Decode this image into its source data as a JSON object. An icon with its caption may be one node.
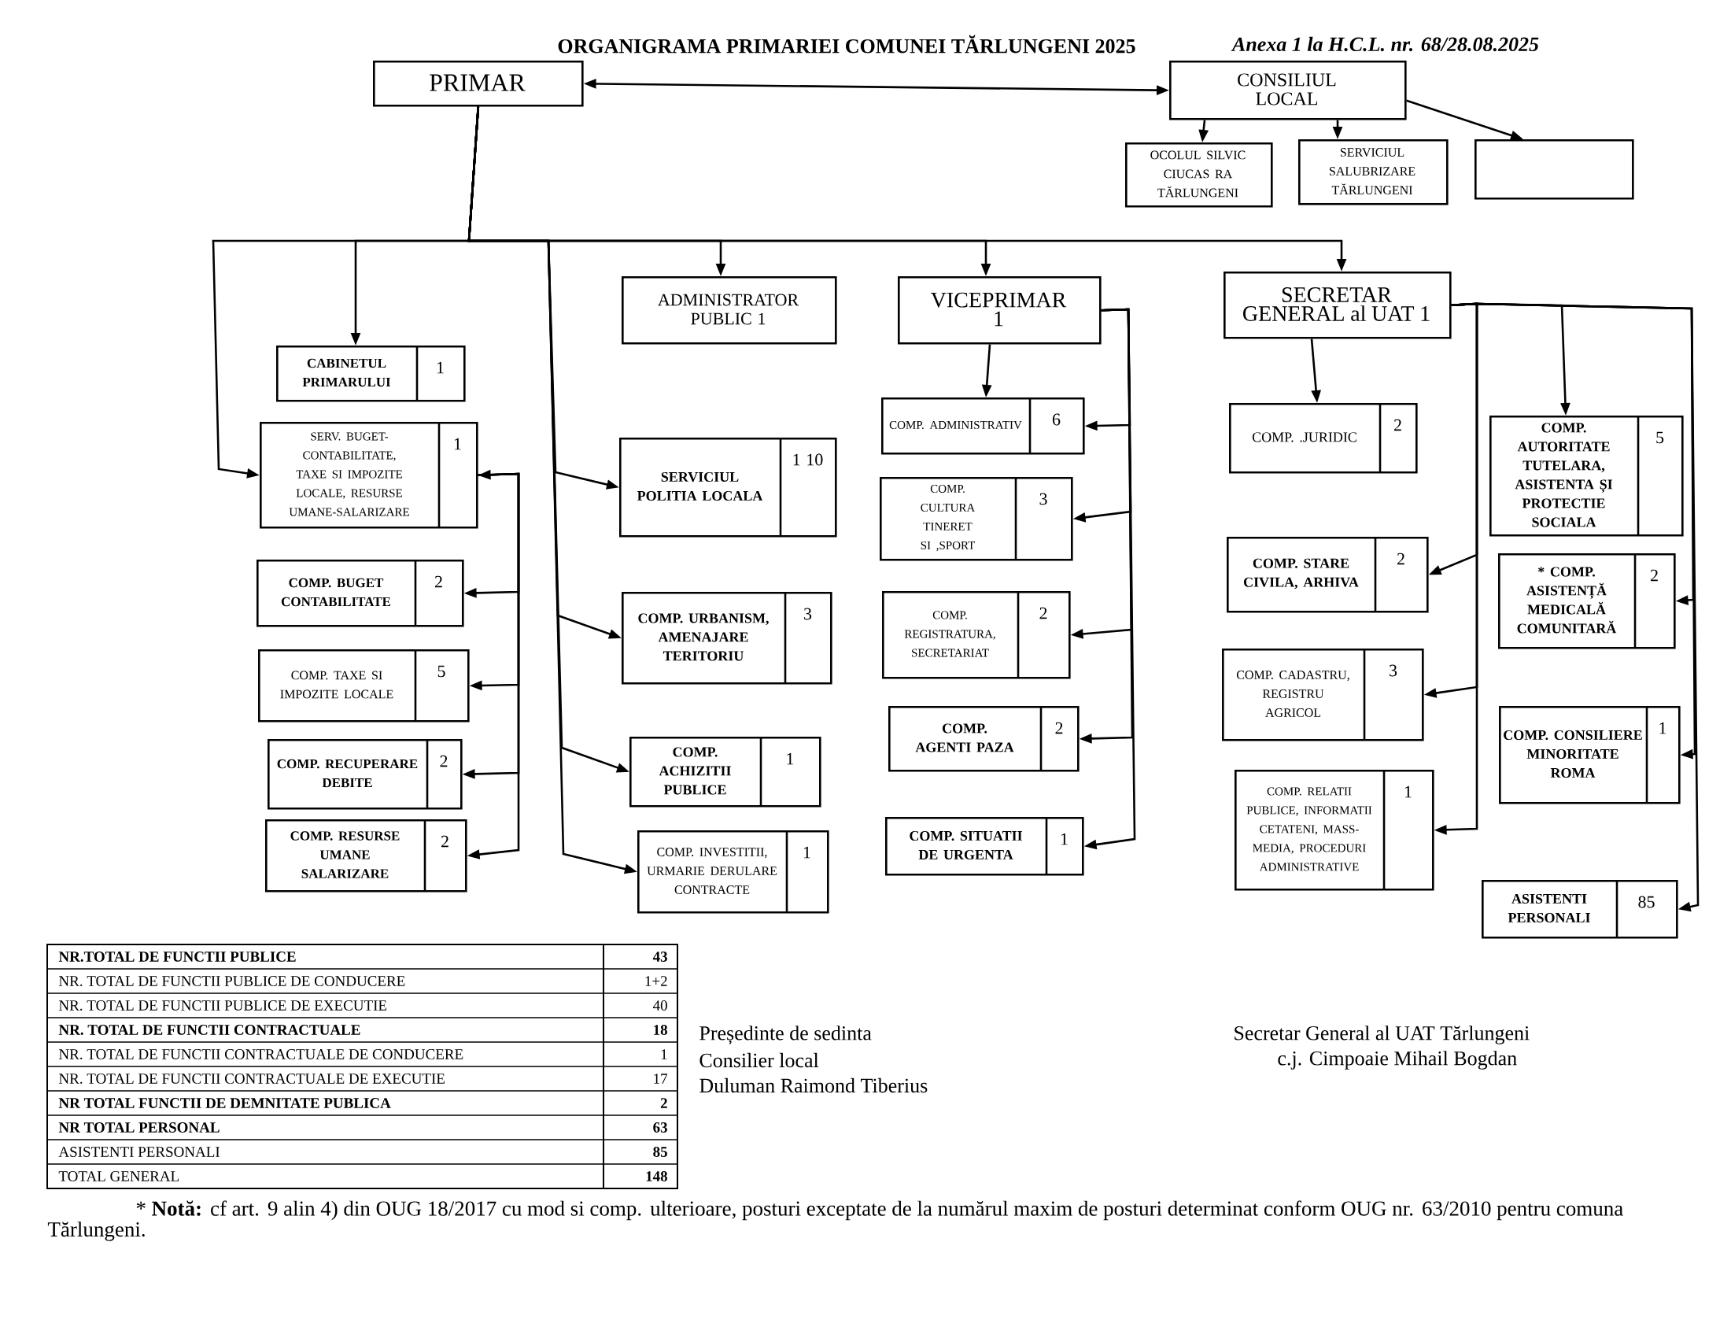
{
  "diagram": {
    "title": "ORGANIGRAMA PRIMARIEI COMUNEI TĂRLUNGENI 2025",
    "caption": "* **Notă:** cf art. 9 alin 4) din OUG 18/2017 cu mod si comp. ulterioare, posturi exceptate de la numărul maxim de posturi determinat conform OUG nr. 63/2010 pentru comuna Tărlungeni.",
    "nodes": [
      {
        "text": [
          "PRIMAR"
        ]
      },
      {
        "text": [
          "CONSILIUL LOCAL"
        ]
      },
      {
        "text": [
          "OCOLUL SILVIC CIUCAS RA TĂRLUNGENI"
        ]
      },
      {
        "text": [
          "SERVICIUL SALUBRIZARE TĂRLUNGENI"
        ]
      },
      {
        "text": [],
        "shape": "box"
      },
      {
        "text": [
          "CABINETUL PRIMARULUI",
          "1"
        ]
      },
      {
        "text": [
          "SERV. BUGET-CONTABILITATE, TAXE SI IMPOZITE LOCALE, RESURSE UMANE-SALARIZARE",
          "1"
        ]
      },
      {
        "text": [
          "COMP. BUGET CONTABILITATE",
          "2"
        ]
      },
      {
        "text": [
          "COMP. TAXE SI IMPOZITE LOCALE",
          "5"
        ]
      },
      {
        "text": [
          "COMP. RECUPERARE DEBITE",
          "2"
        ]
      },
      {
        "text": [
          "COMP. RESURSE UMANE SALARIZARE",
          "2"
        ]
      },
      {
        "text": [
          "ADMINISTRATOR PUBLIC 1"
        ]
      },
      {
        "text": [
          "SERVICIUL POLITIA LOCALA",
          "1 10"
        ]
      },
      {
        "text": [
          "COMP. URBANISM, AMENAJARE TERITORIU",
          "3"
        ]
      },
      {
        "text": [
          "COMP. ACHIZITII PUBLICE",
          "1"
        ]
      },
      {
        "text": [
          "COMP. INVESTITII, URMARIE DERULARE CONTRACTE",
          "1"
        ]
      },
      {
        "text": [
          "VICEPRIMAR",
          "1"
        ]
      },
      {
        "text": [
          "COMP. ADMINISTRATIV",
          "6"
        ]
      },
      {
        "text": [
          "COMP. CULTURA TINERET SI ,SPORT",
          "3"
        ]
      },
      {
        "text": [
          "COMP. REGISTRATURA, SECRETARIAT",
          "2"
        ]
      },
      {
        "text": [
          "COMP. AGENTI PAZA",
          "2"
        ]
      },
      {
        "text": [
          "COMP. SITUATII DE URGENTA",
          "1"
        ]
      },
      {
        "text": [
          "SECRETAR GENERAL al UAT 1"
        ]
      },
      {
        "text": [
          "COMP. .JURIDIC",
          "2"
        ]
      },
      {
        "text": [
          "COMP. STARE CIVILA, ARHIVA",
          "2"
        ]
      },
      {
        "text": [
          "COMP. CADASTRU, REGISTRU AGRICOL",
          "3"
        ]
      },
      {
        "text": [
          "COMP. RELATII PUBLICE, INFORMATII CETATENI, MASS-MEDIA, PROCEDURI ADMINISTRATIVE",
          "1"
        ]
      },
      {
        "text": [
          "COMP. AUTORITATE TUTELARA, ASISTENTA ȘI PROTECTIE SOCIALA",
          "5"
        ]
      },
      {
        "text": [
          "* COMP. ASISTENȚĂ MEDICALĂ COMUNITARĂ",
          "2"
        ]
      },
      {
        "text": [
          "COMP. CONSILIERE MINORITATE ROMA",
          "1"
        ]
      },
      {
        "text": [
          "ASISTENTI PERSONALI",
          "85"
        ]
      }
    ],
    "edges": [
      {
        "from": 0,
        "to": 1,
        "arrow": "both"
      },
      {
        "from": 1,
        "to": 2,
        "arrow": "to"
      },
      {
        "from": 1,
        "to": 3,
        "arrow": "to"
      },
      {
        "from": 1,
        "to": 4,
        "arrow": "to"
      },
      {
        "from": 0,
        "to": 5,
        "arrow": "to"
      },
      {
        "from": 0,
        "to": 6,
        "arrow": "to"
      },
      {
        "from": 0,
        "to": 11,
        "arrow": "to"
      },
      {
        "from": 0,
        "to": 16,
        "arrow": "to"
      },
      {
        "from": 0,
        "to": 22,
        "arrow": "to"
      },
      {
        "from": 0,
        "to": 12,
        "arrow": "to"
      },
      {
        "from": 0,
        "to": 13,
        "arrow": "to"
      },
      {
        "from": 0,
        "to": 14,
        "arrow": "to"
      },
      {
        "from": 0,
        "to": 15,
        "arrow": "to"
      },
      {
        "from": 6,
        "to": 7,
        "arrow": "both"
      },
      {
        "from": 6,
        "to": 8,
        "arrow": "to"
      },
      {
        "from": 6,
        "to": 9,
        "arrow": "to"
      },
      {
        "from": 6,
        "to": 10,
        "arrow": "to"
      },
      {
        "from": 16,
        "to": 17,
        "arrow": "to"
      },
      {
        "from": 16,
        "to": 17,
        "arrow": "to"
      },
      {
        "from": 16,
        "to": 18,
        "arrow": "to"
      },
      {
        "from": 16,
        "to": 19,
        "arrow": "to"
      },
      {
        "from": 16,
        "to": 20,
        "arrow": "to"
      },
      {
        "from": 16,
        "to": 21,
        "arrow": "to"
      },
      {
        "from": 22,
        "to": 23,
        "arrow": "to"
      },
      {
        "from": 22,
        "to": 24,
        "arrow": "to"
      },
      {
        "from": 22,
        "to": 25,
        "arrow": "to"
      },
      {
        "from": 22,
        "to": 26,
        "arrow": "to"
      },
      {
        "from": 22,
        "to": 27,
        "arrow": "to"
      },
      {
        "from": 22,
        "to": 28,
        "arrow": "to"
      },
      {
        "from": 22,
        "to": 29,
        "arrow": "to"
      },
      {
        "from": 22,
        "to": 30,
        "arrow": "to"
      }
    ],
    "labels": [
      "Anexa 1 la H.C.L. nr. 68/28.08.2025",
      "NR.TOTAL DE FUNCTII PUBLICE",
      "43",
      "NR. TOTAL DE FUNCTII PUBLICE DE CONDUCERE",
      "1+2",
      "NR. TOTAL DE FUNCTII PUBLICE DE EXECUTIE",
      "40",
      "NR. TOTAL DE FUNCTII CONTRACTUALE",
      "18",
      "NR. TOTAL DE FUNCTII CONTRACTUALE DE CONDUCERE",
      "1",
      "NR. TOTAL DE FUNCTII CONTRACTUALE DE EXECUTIE",
      "17",
      "NR TOTAL FUNCTII DE DEMNITATE PUBLICA",
      "2",
      "NR TOTAL PERSONAL",
      "63",
      "ASISTENTI PERSONALI",
      "85",
      "TOTAL GENERAL",
      "148",
      "Președinte de sedinta",
      "Consilier local",
      "Duluman Raimond Tiberius",
      "Secretar General al UAT Tărlungeni",
      "c.j. Cimpoaie Mihail Bogdan"
    ]
  }
}
